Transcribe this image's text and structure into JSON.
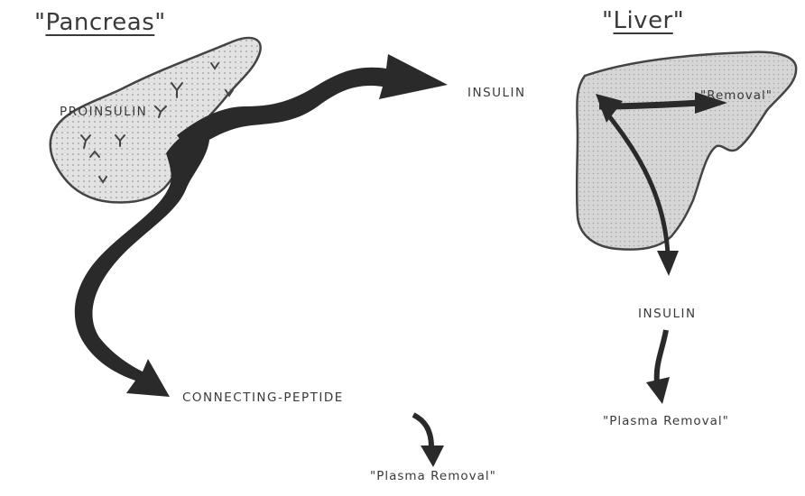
{
  "organs": {
    "pancreas": {
      "quote_open": "\"",
      "name": "Pancreas",
      "quote_close": "\""
    },
    "liver": {
      "quote_open": "\"",
      "name": "Liver",
      "quote_close": "\""
    }
  },
  "labels": {
    "proinsulin": "PROINSULIN",
    "insulin_top": "INSULIN",
    "liver_removal": "\"Removal\"",
    "insulin_bottom": "INSULIN",
    "connecting_peptide": "CONNECTING-PEPTIDE",
    "plasma_removal_right": "\"Plasma Removal\"",
    "plasma_removal_left": "\"Plasma Removal\""
  },
  "colors": {
    "organ_fill": "#d9d9d9",
    "organ_stroke": "#444444",
    "arrow": "#2a2a2a"
  }
}
